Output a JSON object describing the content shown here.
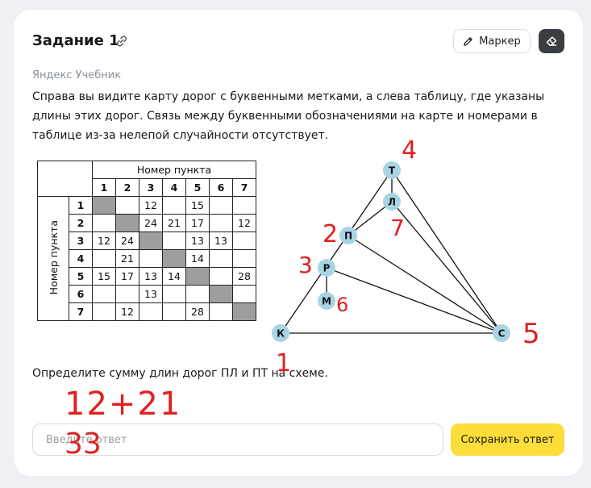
{
  "task": {
    "title": "Задание 1",
    "marker_label": "Маркер",
    "source": "Яндекс Учебник",
    "paragraph": "Справа вы видите карту дорог с буквенными метками, а слева таблицу, где указаны длины этих дорог. Связь между буквенными обозначениями на карте и номерами в таблице из-за нелепой случайности отсутствует.",
    "question": "Определите сумму длин дорог ПЛ и ПТ на схеме."
  },
  "table": {
    "col_header": "Номер пункта",
    "row_header": "Номер пункта",
    "numbers": [
      "1",
      "2",
      "3",
      "4",
      "5",
      "6",
      "7"
    ],
    "rows": [
      [
        "",
        "",
        "12",
        "",
        "15",
        "",
        ""
      ],
      [
        "",
        "",
        "24",
        "21",
        "17",
        "",
        "12"
      ],
      [
        "12",
        "24",
        "",
        "",
        "13",
        "13",
        ""
      ],
      [
        "",
        "21",
        "",
        "",
        "14",
        "",
        ""
      ],
      [
        "15",
        "17",
        "13",
        "14",
        "",
        "",
        "28"
      ],
      [
        "",
        "",
        "13",
        "",
        "",
        "",
        ""
      ],
      [
        "",
        "12",
        "",
        "",
        "28",
        "",
        ""
      ]
    ]
  },
  "graph": {
    "nodes": {
      "T": "Т",
      "L": "Л",
      "P": "П",
      "R": "Р",
      "M": "М",
      "K": "К",
      "C": "С"
    },
    "node_color": "#a9d4e4"
  },
  "annotations": {
    "T": "4",
    "P": "2",
    "L": "7",
    "R": "3",
    "M": "6",
    "K": "1",
    "C": "5",
    "sum": "12+21",
    "answer": "33",
    "color": "#e02020"
  },
  "answer": {
    "placeholder": "Введите ответ",
    "save_label": "Сохранить ответ",
    "save_color": "#fddd3a"
  }
}
